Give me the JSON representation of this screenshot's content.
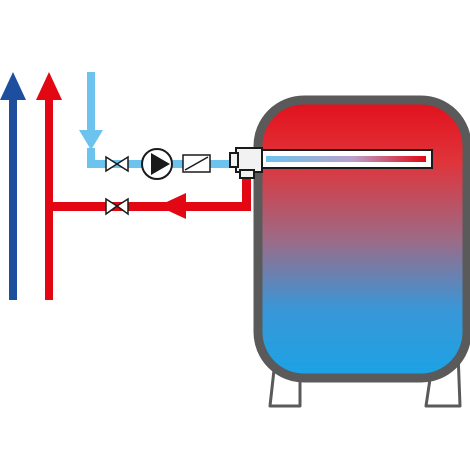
{
  "diagram": {
    "type": "hot-water-storage-circulation-schematic",
    "colors": {
      "hot": "#e30613",
      "cold": "#1d4f9e",
      "light_blue": "#6cc4ee",
      "tank_outline": "#5a5a5a",
      "tank_top": "#e20f1c",
      "tank_bottom": "#1aa3e6",
      "fitting_fill": "#f2f2f2",
      "stroke": "#1a1a1a"
    },
    "components": [
      {
        "id": "cold-riser",
        "icon": "up-arrow-icon",
        "color": "cold"
      },
      {
        "id": "hot-riser",
        "icon": "up-arrow-icon",
        "color": "hot"
      },
      {
        "id": "circulation-inlet",
        "icon": "down-arrow-icon",
        "color": "light_blue"
      },
      {
        "id": "valve-upper",
        "icon": "valve-icon"
      },
      {
        "id": "pump",
        "icon": "pump-icon"
      },
      {
        "id": "check-valve",
        "icon": "check-valve-icon"
      },
      {
        "id": "tank-connector",
        "icon": "connector-icon"
      },
      {
        "id": "heating-element",
        "icon": "heating-element-icon"
      },
      {
        "id": "return-line",
        "icon": "left-arrow-icon",
        "color": "hot"
      },
      {
        "id": "valve-lower",
        "icon": "valve-icon"
      },
      {
        "id": "storage-tank",
        "icon": "tank-icon"
      }
    ]
  }
}
